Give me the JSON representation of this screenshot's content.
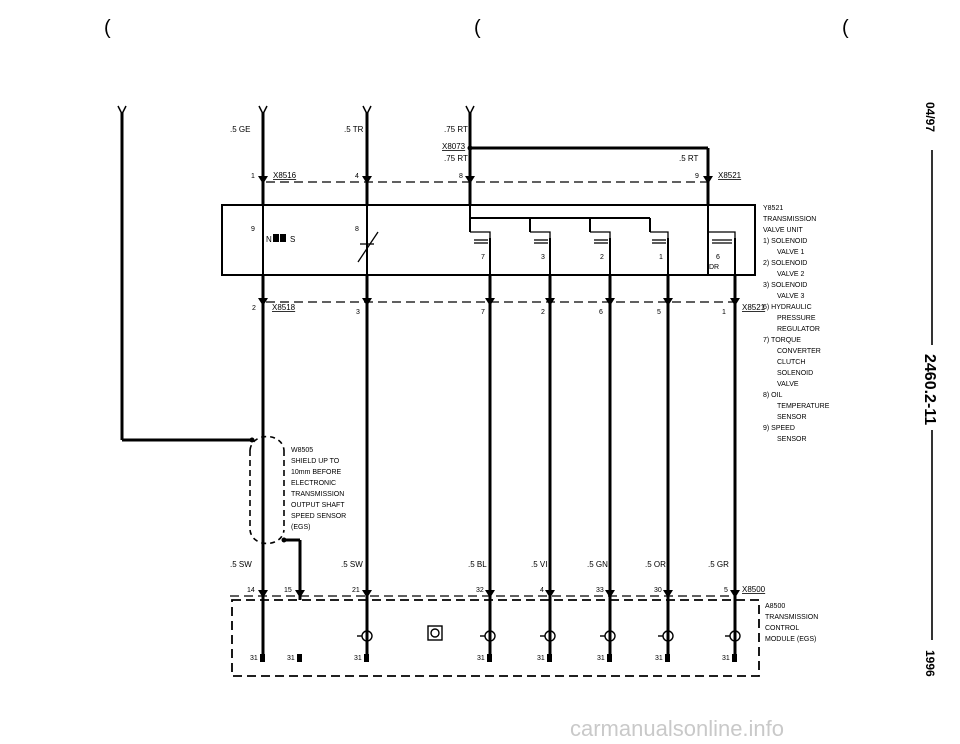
{
  "top_marks": [
    "(",
    "(",
    "("
  ],
  "side": {
    "date": "04/97",
    "page": "2460.2-11",
    "year": "1996"
  },
  "watermark": "carmanualsonline.info",
  "connectors": {
    "x8516_top": "X8516",
    "x8073": "X8073",
    "x8521_top": "X8521",
    "x8518": "X8518",
    "x8521_bot": "X8521",
    "x8500": "X8500"
  },
  "wire_labels": {
    "gray_top": ".5 GE",
    "tr_top": ".5 TR",
    "rt_top1": ".75 RT",
    "rt_top2": ".75 RT",
    "rt_right": ".5 RT",
    "sw1": ".5 SW",
    "sw2": ".5 SW",
    "bl": ".5 BL",
    "vi": ".5 VI",
    "gn": ".5 GN",
    "or": ".5 OR",
    "gr": ".5 GR"
  },
  "pins": {
    "p1_top": "1",
    "p4_top": "4",
    "p8_top": "8",
    "p9_top": "9",
    "u9": "9",
    "u8": "8",
    "u7": "7",
    "u3": "3",
    "u2": "2",
    "u1": "1",
    "u6": "6",
    "m2": "2",
    "m3": "3",
    "m7": "7",
    "m2b": "2",
    "m6": "6",
    "m5": "5",
    "m1": "1",
    "b14": "14",
    "b15": "15",
    "b21": "21",
    "b32": "32",
    "b4": "4",
    "b33": "33",
    "b30": "30",
    "b5": "5",
    "g1": "31",
    "g2": "31",
    "g3": "31",
    "g4": "31",
    "g5": "31",
    "g6": "31",
    "g7": "31",
    "g8": "31"
  },
  "unit_labels": {
    "sensor_ns": "N",
    "sensor_s": "S",
    "dr": "DR"
  },
  "shield_note": [
    "W8505",
    "SHIELD UP TO",
    "10mm BEFORE",
    "ELECTRONIC",
    "TRANSMISSION",
    "OUTPUT SHAFT",
    "SPEED SENSOR",
    "(EGS)"
  ],
  "valve_legend": [
    "Y8521",
    "TRANSMISSION",
    "VALVE UNIT",
    "1)  SOLENOID",
    "VALVE 1",
    "2)  SOLENOID",
    "VALVE 2",
    "3)  SOLENOID",
    "VALVE 3",
    "6)  HYDRAULIC",
    "PRESSURE",
    "REGULATOR",
    "7)  TORQUE",
    "CONVERTER",
    "CLUTCH",
    "SOLENOID",
    "VALVE",
    "8)  OIL",
    "TEMPERATURE",
    "SENSOR",
    "9)  SPEED",
    "SENSOR"
  ],
  "module_legend": [
    "A8500",
    "TRANSMISSION",
    "CONTROL",
    "MODULE (EGS)"
  ]
}
